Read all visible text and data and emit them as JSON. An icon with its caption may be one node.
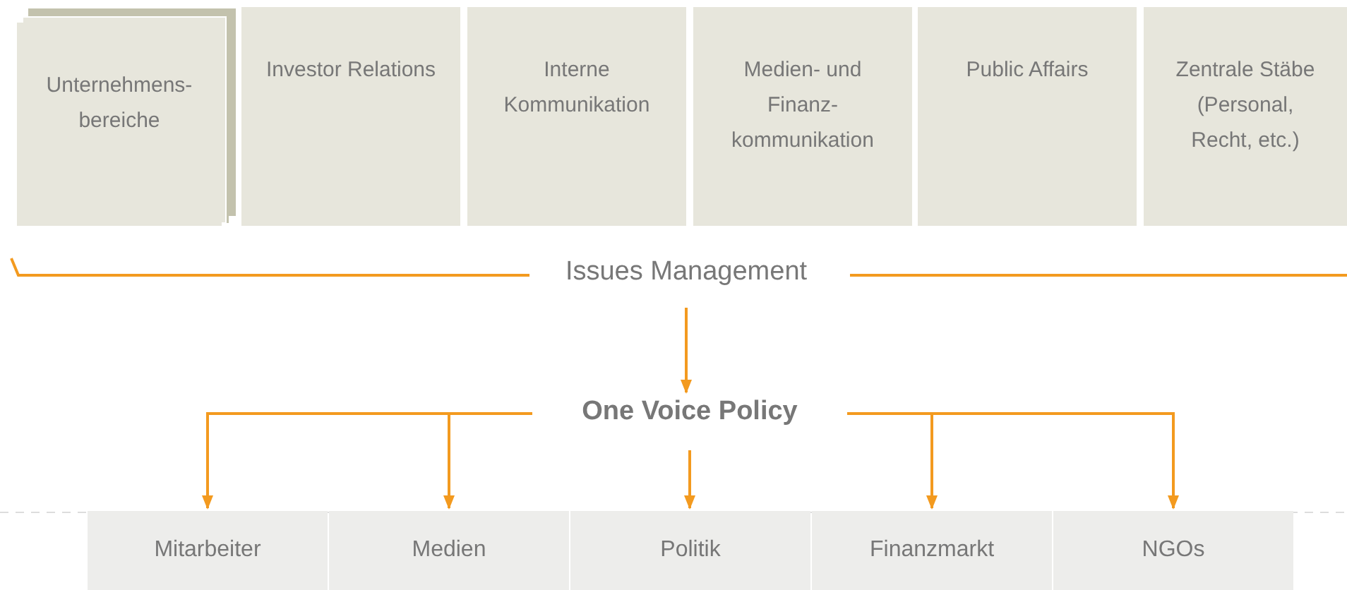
{
  "diagram": {
    "nodes": [
      {
        "text": [
          "Unternehmens- bereiche"
        ]
      },
      {
        "text": [
          "Investor Relations"
        ]
      },
      {
        "text": [
          "Interne Kommunikation"
        ]
      },
      {
        "text": [
          "Medien- und Finanz- kommunikation"
        ]
      },
      {
        "text": [
          "Public Affairs"
        ]
      },
      {
        "text": [
          "Zentrale Stäbe (Personal, Recht, etc.)"
        ]
      },
      {
        "text": [
          "Issues Management"
        ]
      },
      {
        "text": [
          "One Voice Policy"
        ]
      },
      {
        "text": [
          "Mitarbeiter"
        ]
      },
      {
        "text": [
          "Medien"
        ]
      },
      {
        "text": [
          "Politik"
        ]
      },
      {
        "text": [
          "Finanzmarkt"
        ]
      },
      {
        "text": [
          "NGOs"
        ]
      }
    ],
    "edges": [
      {
        "from": 6,
        "to": 7,
        "arrow": "to"
      },
      {
        "from": 7,
        "to": 8,
        "arrow": "to"
      },
      {
        "from": 7,
        "to": 9,
        "arrow": "to"
      },
      {
        "from": 7,
        "to": 10,
        "arrow": "to"
      },
      {
        "from": 7,
        "to": 11,
        "arrow": "to"
      },
      {
        "from": 7,
        "to": 12,
        "arrow": "to"
      }
    ]
  }
}
